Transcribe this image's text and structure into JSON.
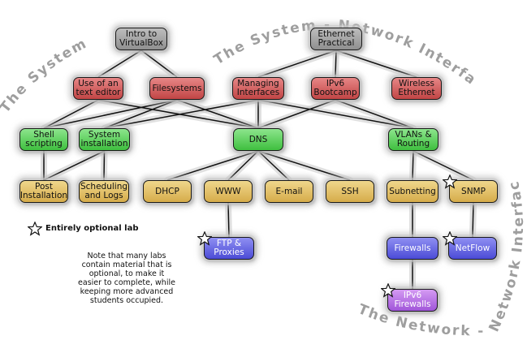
{
  "zones": {
    "system_left": "The System",
    "system_network_top": "The System - Network Interface",
    "system_network_right": "Network Interface",
    "network_bottom": "The Network - "
  },
  "nodes": {
    "intro_virtualbox": "Intro to\nVirtualBox",
    "ethernet_practical": "Ethernet\nPractical",
    "text_editor": "Use of an\ntext editor",
    "filesystems": "Filesystems",
    "managing_interfaces": "Managing\nInterfaces",
    "ipv6_bootcamp": "IPv6\nBootcamp",
    "wireless_ethernet": "Wireless\nEthernet",
    "shell_scripting": "Shell\nscripting",
    "system_installation": "System\ninstallation",
    "dns": "DNS",
    "vlans_routing": "VLANs &\nRouting",
    "post_installation": "Post\nInstallation",
    "scheduling_logs": "Scheduling\nand Logs",
    "dhcp": "DHCP",
    "www": "WWW",
    "email": "E-mail",
    "ssh": "SSH",
    "subnetting": "Subnetting",
    "snmp": "SNMP",
    "ftp_proxies": "FTP &\nProxies",
    "firewalls": "Firewalls",
    "netflow": "NetFlow",
    "ipv6_firewalls": "IPv6\nFirewalls"
  },
  "optional_nodes": [
    "snmp",
    "ftp_proxies",
    "netflow",
    "ipv6_firewalls"
  ],
  "legend": {
    "optional_label": "Entirely optional lab",
    "optional_icon": "star-icon"
  },
  "note": "Note that many labs contain material that is optional, to make it easier to complete, while keeping more advanced students occupied.",
  "colors": {
    "intro": "#a6a6a6",
    "system": "#d15a5a",
    "core": "#52cc52",
    "service": "#e3c16a",
    "advanced": "#5c5ce0",
    "ipv6_advanced": "#b46be3",
    "zone_text": "#9e9e9e"
  },
  "edges": [
    [
      "intro_virtualbox",
      "text_editor"
    ],
    [
      "intro_virtualbox",
      "filesystems"
    ],
    [
      "ethernet_practical",
      "managing_interfaces"
    ],
    [
      "ethernet_practical",
      "ipv6_bootcamp"
    ],
    [
      "ethernet_practical",
      "wireless_ethernet"
    ],
    [
      "text_editor",
      "shell_scripting"
    ],
    [
      "text_editor",
      "dns"
    ],
    [
      "filesystems",
      "system_installation"
    ],
    [
      "filesystems",
      "shell_scripting"
    ],
    [
      "filesystems",
      "dns"
    ],
    [
      "managing_interfaces",
      "system_installation"
    ],
    [
      "managing_interfaces",
      "dns"
    ],
    [
      "managing_interfaces",
      "vlans_routing"
    ],
    [
      "ipv6_bootcamp",
      "dns"
    ],
    [
      "ipv6_bootcamp",
      "vlans_routing"
    ],
    [
      "shell_scripting",
      "post_installation"
    ],
    [
      "system_installation",
      "post_installation"
    ],
    [
      "system_installation",
      "scheduling_logs"
    ],
    [
      "dns",
      "dhcp"
    ],
    [
      "dns",
      "www"
    ],
    [
      "dns",
      "email"
    ],
    [
      "dns",
      "ssh"
    ],
    [
      "www",
      "ftp_proxies"
    ],
    [
      "vlans_routing",
      "subnetting"
    ],
    [
      "vlans_routing",
      "snmp"
    ],
    [
      "subnetting",
      "firewalls"
    ],
    [
      "snmp",
      "netflow"
    ],
    [
      "firewalls",
      "ipv6_firewalls"
    ]
  ]
}
